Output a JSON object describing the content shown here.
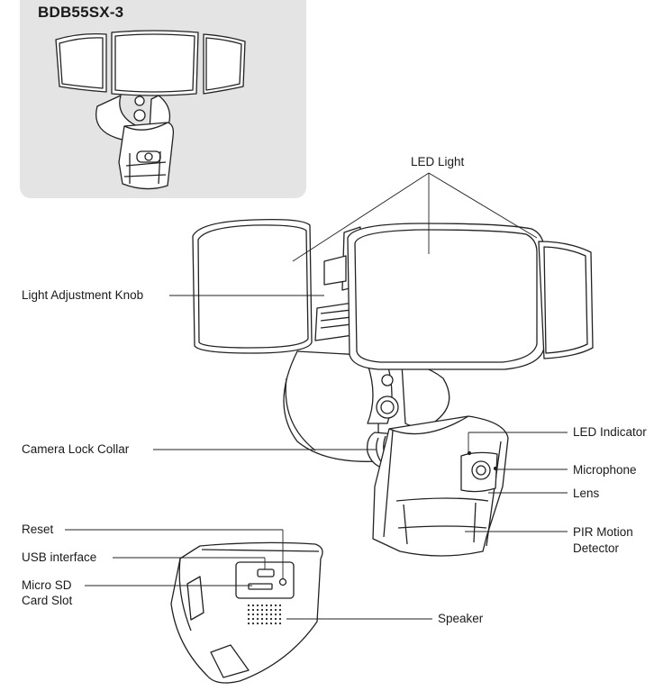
{
  "model": "BDB55SX-3",
  "labels": {
    "led_light": "LED Light",
    "light_adjustment_knob": "Light Adjustment Knob",
    "camera_lock_collar": "Camera Lock Collar",
    "led_indicator": "LED Indicator",
    "microphone": "Microphone",
    "lens": "Lens",
    "pir_line1": "PIR Motion",
    "pir_line2": "Detector",
    "reset": "Reset",
    "usb_interface": "USB interface",
    "micro_sd_line1": "Micro SD",
    "micro_sd_line2": "Card Slot",
    "speaker": "Speaker"
  }
}
